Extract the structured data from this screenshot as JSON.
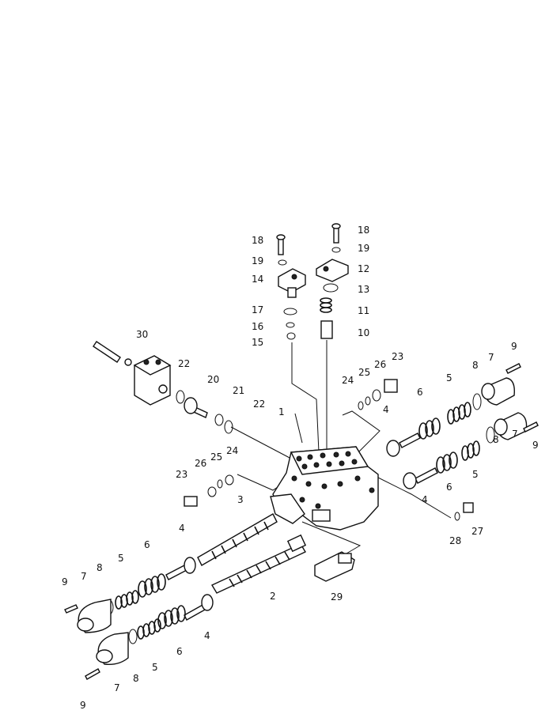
{
  "labels": [
    "1",
    "2",
    "3",
    "4",
    "5",
    "6",
    "7",
    "8",
    "9",
    "10",
    "11",
    "12",
    "13",
    "14",
    "15",
    "16",
    "17",
    "18",
    "19",
    "20",
    "21",
    "22",
    "23",
    "24",
    "25",
    "26",
    "27",
    "28",
    "29",
    "30"
  ],
  "colors": {
    "ink": "#111111",
    "background": "#ffffff"
  }
}
